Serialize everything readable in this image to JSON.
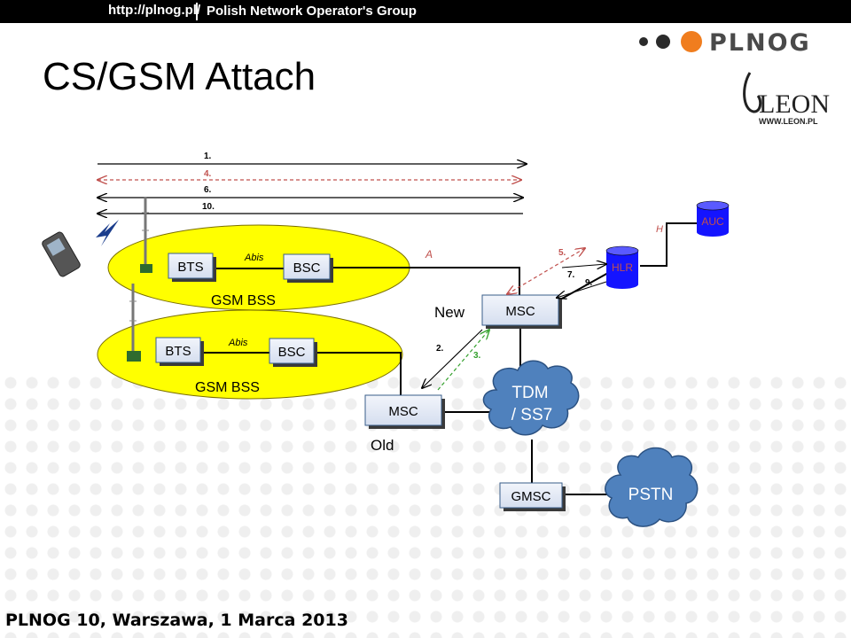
{
  "header": {
    "url": "http://plnog.pl/",
    "group": "Polish Network Operator's Group"
  },
  "slide": {
    "title": "CS/GSM Attach",
    "footer": "PLNOG 10, Warszawa, 1 Marca 2013"
  },
  "logos": {
    "plnog": "PLNOG",
    "leon": "LEON",
    "leon_url": "WWW.LEON.PL"
  },
  "arrows": {
    "a1": "1.",
    "a4": "4.",
    "a6": "6.",
    "a10": "10.",
    "a2": "2.",
    "a3": "3.",
    "a5": "5.",
    "a7": "7.",
    "a9": "9."
  },
  "nodes": {
    "bts_top": "BTS",
    "bsc_top": "BSC",
    "abis_top": "Abis",
    "gsm_bss_top": "GSM BSS",
    "a_iface": "A",
    "new_label": "New",
    "msc_new": "MSC",
    "hlr": "HLR",
    "auc": "AUC",
    "h_iface": "H",
    "bts_bottom": "BTS",
    "bsc_bottom": "BSC",
    "abis_bottom": "Abis",
    "gsm_bss_bottom": "GSM BSS",
    "msc_old": "MSC",
    "old_label": "Old",
    "tdm": "TDM",
    "ss7": "/ SS7",
    "gmsc": "GMSC",
    "pstn": "PSTN"
  },
  "colors": {
    "ellipse": "#ffff00",
    "box": "#dfe6f4",
    "box_border": "#385d8a",
    "cloud": "#4f81bd",
    "db": "#1414ff",
    "red_arrow": "#c0504d",
    "green_arrow": "#33a02c",
    "iface_label": "#c0504d"
  }
}
